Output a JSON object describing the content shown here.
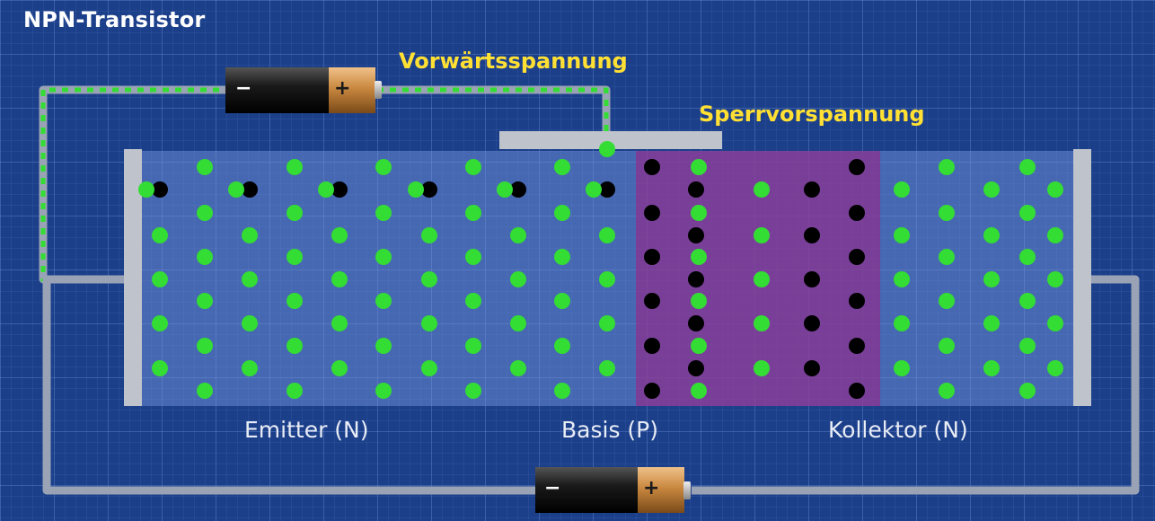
{
  "title": "NPN-Transistor",
  "labels": {
    "forward_bias": "Vorwärtsspannung",
    "reverse_bias": "Sperrvorspannung",
    "emitter": "Emitter (N)",
    "base": "Basis (P)",
    "collector": "Kollektor (N)"
  },
  "battery_terminals": {
    "negative": "−",
    "positive": "+"
  },
  "colors": {
    "background": "#1c3f8a",
    "emitter_region": "#6a86d0",
    "base_region": "#8a3f9a",
    "collector_region": "#6a86d0",
    "electron": "#33dd33",
    "hole": "#000000",
    "wire": "#9aa3b5",
    "label_highlight": "#ffe033"
  },
  "icons": [
    "battery-forward-icon",
    "battery-reverse-icon"
  ]
}
